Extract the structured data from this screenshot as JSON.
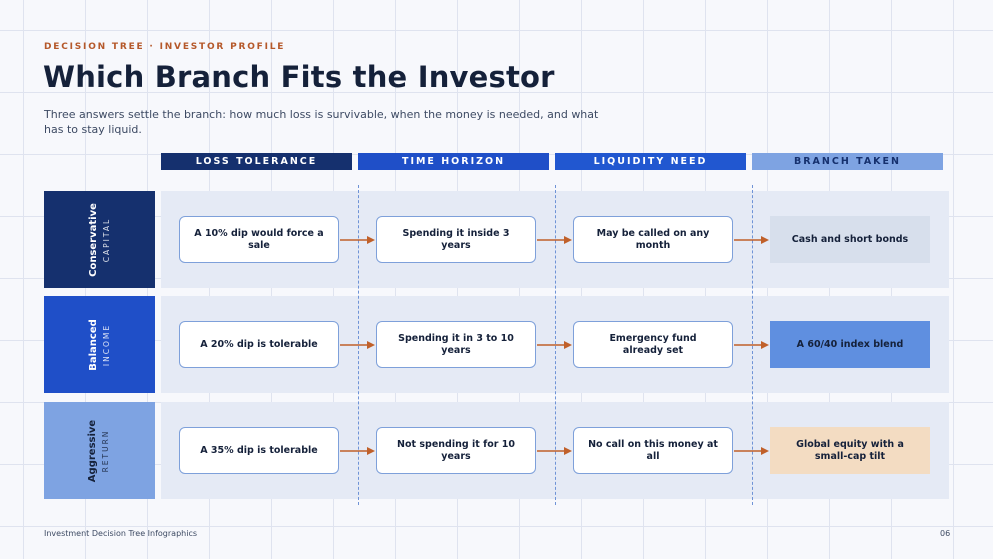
{
  "header": {
    "kicker": "DECISION TREE · INVESTOR PROFILE",
    "title": "Which Branch Fits the Investor",
    "subtitle": "Three answers settle the branch: how much loss is survivable, when the money is needed, and what has to stay liquid."
  },
  "columns": [
    {
      "label": "LOSS TOLERANCE",
      "color": "#15306e"
    },
    {
      "label": "TIME HORIZON",
      "color": "#1f4fc8"
    },
    {
      "label": "LIQUIDITY NEED",
      "color": "#2157d0"
    },
    {
      "label": "BRANCH TAKEN",
      "color": "#7ea3e2",
      "text_color": "#15306e"
    }
  ],
  "rows": [
    {
      "name": "Conservative",
      "sub": "CAPITAL",
      "color": "#15306e",
      "loss": "A 10% dip would force a sale",
      "horizon": "Spending it inside 3 years",
      "liquidity": "May be called on any month",
      "branch": "Cash and short bonds",
      "branch_bg": "#d7dfec",
      "branch_border": "#d7dfec"
    },
    {
      "name": "Balanced",
      "sub": "INCOME",
      "color": "#1f4fc8",
      "loss": "A 20% dip is tolerable",
      "horizon": "Spending it in 3 to 10 years",
      "liquidity": "Emergency fund already set",
      "branch": "A 60/40 index blend",
      "branch_bg": "#5f8fe0",
      "branch_border": "#5f8fe0"
    },
    {
      "name": "Aggressive",
      "sub": "RETURN",
      "color": "#7ea3e2",
      "loss": "A 35% dip is tolerable",
      "horizon": "Not spending it for 10 years",
      "liquidity": "No call on this money at all",
      "branch": "Global equity with a small-cap tilt",
      "branch_bg": "#f3dcc2",
      "branch_border": "#f3dcc2"
    }
  ],
  "arrow_color": "#c0602a",
  "footer": {
    "left": "Investment Decision Tree Infographics",
    "right": "06"
  }
}
